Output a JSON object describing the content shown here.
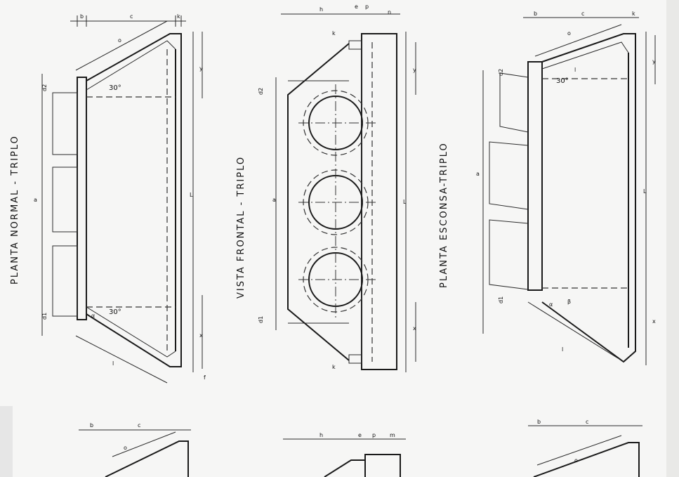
{
  "titles": {
    "normal": "PLANTA NORMAL - TRIPLO",
    "frontal": "VISTA FRONTAL - TRIPLO",
    "esconsa": "PLANTA ESCONSA-TRIPLO"
  },
  "dims": {
    "a": "a",
    "b": "b",
    "c": "c",
    "k": "k",
    "e": "e",
    "p": "p",
    "n": "n",
    "m": "m",
    "h": "h",
    "o": "o",
    "l": "l",
    "y": "y",
    "x": "x",
    "d1": "d1",
    "d2": "d2",
    "L": "L",
    "f": "f",
    "alpha": "α",
    "beta": "β"
  },
  "angles": {
    "thirty": "30°",
    "forty": "30°"
  }
}
